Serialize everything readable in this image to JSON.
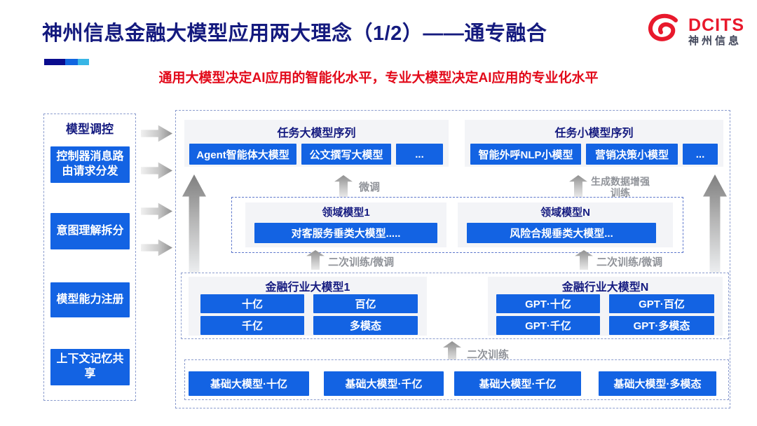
{
  "header": {
    "title": "神州信息金融大模型应用两大理念（1/2）——通专融合",
    "subtitle": "通用大模型决定AI应用的智能化水平，专业大模型决定AI应用的专业化水平",
    "logo_en": "DCITS",
    "logo_cn": "神州信息"
  },
  "colors": {
    "navy": "#141a7e",
    "red": "#e20a1a",
    "blue": "#1363e3",
    "panel_gray": "#f3f4f7",
    "bar_segments": [
      "#0a0c8e",
      "#1165e0",
      "#38b6e6"
    ],
    "logo_red": "#e8192c"
  },
  "sidebar": {
    "title": "模型调控",
    "items": [
      {
        "label": "控制器消息路由请求分发"
      },
      {
        "label": "意图理解拆分"
      },
      {
        "label": "模型能力注册"
      },
      {
        "label": "上下文记忆共享"
      }
    ]
  },
  "main": {
    "task_large": {
      "title": "任务大模型序列",
      "buttons": [
        "Agent智能体大模型",
        "公文撰写大模型",
        "..."
      ]
    },
    "task_small": {
      "title": "任务小模型序列",
      "buttons": [
        "智能外呼NLP小模型",
        "营销决策小模型",
        "..."
      ]
    },
    "labels": {
      "fine_tune": "微调",
      "gen_aug": "生成数据增强训练",
      "retrain_ft": "二次训练/微调",
      "retrain": "二次训练"
    },
    "domain": {
      "d1": {
        "title": "领域模型1",
        "button": "对客服务垂类大模型....."
      },
      "dn": {
        "title": "领域模型N",
        "button": "风险合规垂类大模型..."
      }
    },
    "industry": {
      "i1": {
        "title": "金融行业大模型1",
        "buttons": [
          "十亿",
          "百亿",
          "千亿",
          "多模态"
        ]
      },
      "iN": {
        "title": "金融行业大模型N",
        "buttons": [
          "GPT·十亿",
          "GPT·百亿",
          "GPT·千亿",
          "GPT·多模态"
        ]
      }
    },
    "base": {
      "buttons": [
        "基础大模型·十亿",
        "基础大模型·千亿",
        "基础大模型·千亿",
        "基础大模型·多模态"
      ]
    }
  }
}
